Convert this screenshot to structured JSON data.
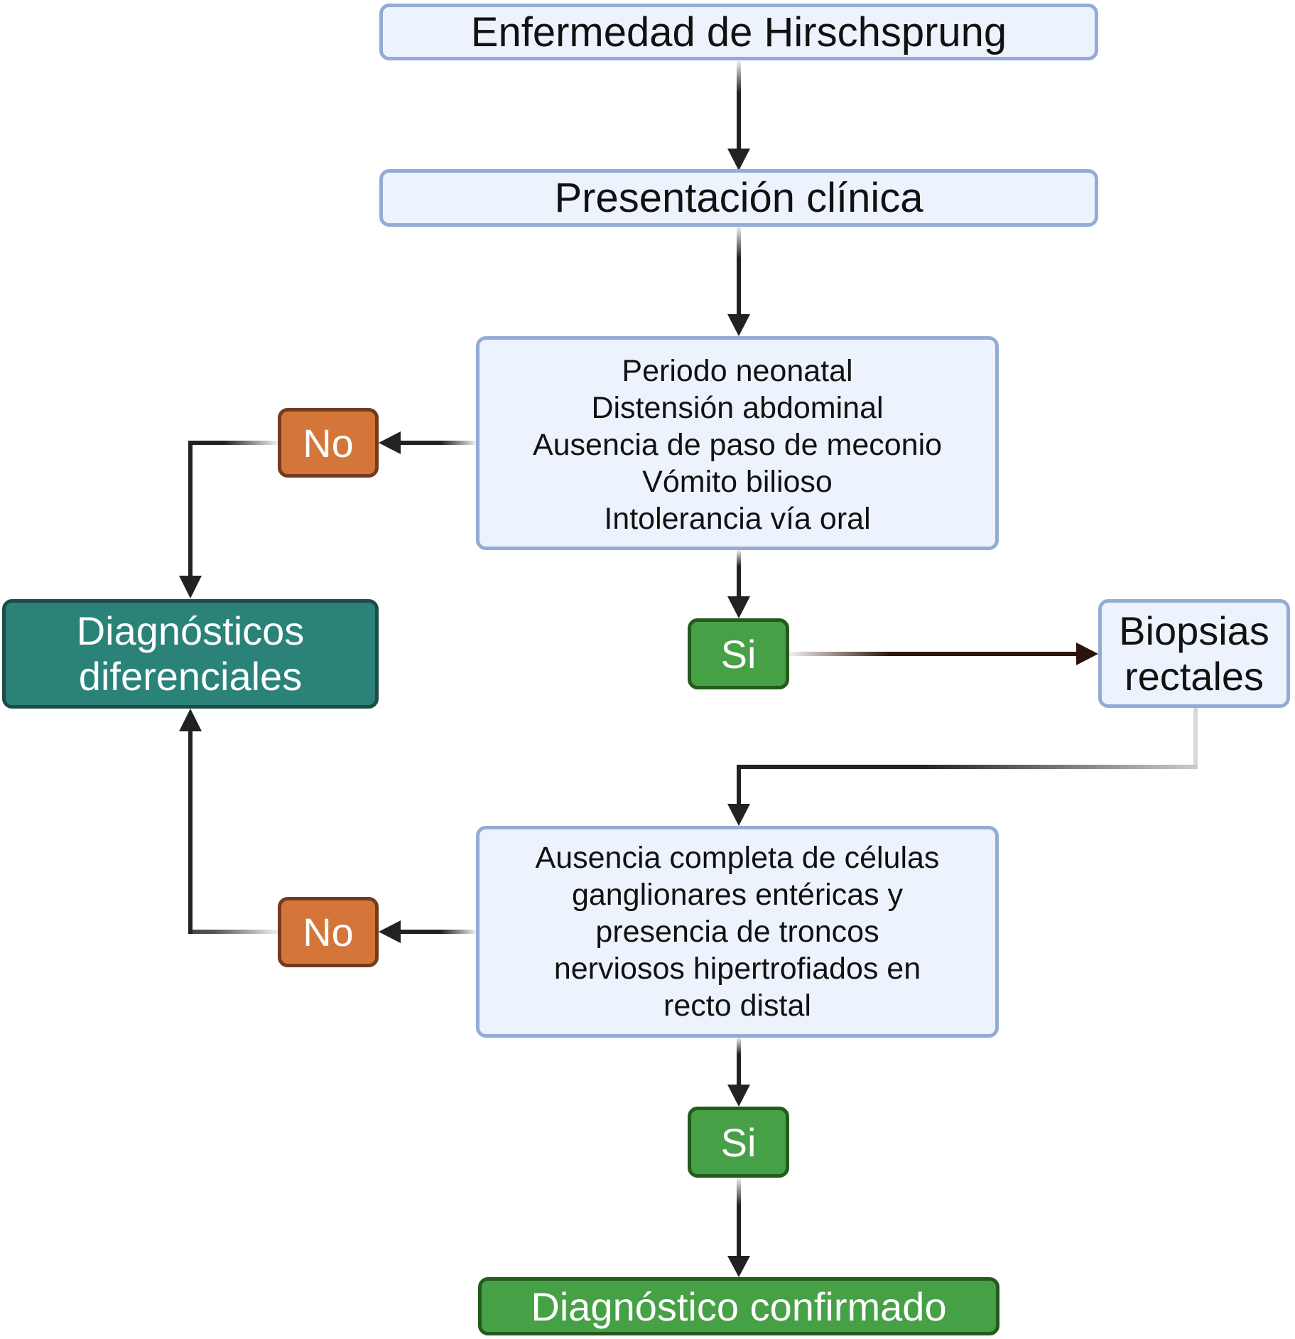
{
  "diagram": {
    "title": "Enfermedad de Hirschsprung",
    "nodes": {
      "title": {
        "label": "Enfermedad de Hirschsprung"
      },
      "clinical": {
        "label": "Presentación clínica"
      },
      "symptoms": {
        "lines": [
          "Periodo neonatal",
          "Distensión abdominal",
          "Ausencia de paso de meconio",
          "Vómito bilioso",
          "Intolerancia vía oral"
        ]
      },
      "no_1": {
        "label": "No"
      },
      "differential": {
        "lines": [
          "Diagnósticos",
          "diferenciales"
        ]
      },
      "si_1": {
        "label": "Si"
      },
      "biopsy": {
        "lines": [
          "Biopsias",
          "rectales"
        ]
      },
      "histology": {
        "lines": [
          "Ausencia completa de células",
          "ganglionares entéricas y",
          "presencia de troncos",
          "nerviosos hipertrofiados en",
          "recto distal"
        ]
      },
      "no_2": {
        "label": "No"
      },
      "si_2": {
        "label": "Si"
      },
      "confirmed": {
        "label": "Diagnóstico confirmado"
      }
    },
    "edges": [
      {
        "from": "title",
        "to": "clinical"
      },
      {
        "from": "clinical",
        "to": "symptoms"
      },
      {
        "from": "symptoms",
        "to": "no_1"
      },
      {
        "from": "no_1",
        "to": "differential"
      },
      {
        "from": "symptoms",
        "to": "si_1"
      },
      {
        "from": "si_1",
        "to": "biopsy"
      },
      {
        "from": "biopsy",
        "to": "histology"
      },
      {
        "from": "histology",
        "to": "no_2"
      },
      {
        "from": "no_2",
        "to": "differential"
      },
      {
        "from": "histology",
        "to": "si_2"
      },
      {
        "from": "si_2",
        "to": "confirmed"
      }
    ],
    "colors": {
      "info_fill": "#edf3fc",
      "info_border": "#94abd6",
      "no_fill": "#d4763a",
      "no_border": "#743a1e",
      "yes_fill": "#46a046",
      "yes_border": "#245a1c",
      "differential_fill": "#2a8279",
      "differential_border": "#1f4b47",
      "arrow": "#222222",
      "arrow_biopsy": "#2b140a"
    }
  }
}
